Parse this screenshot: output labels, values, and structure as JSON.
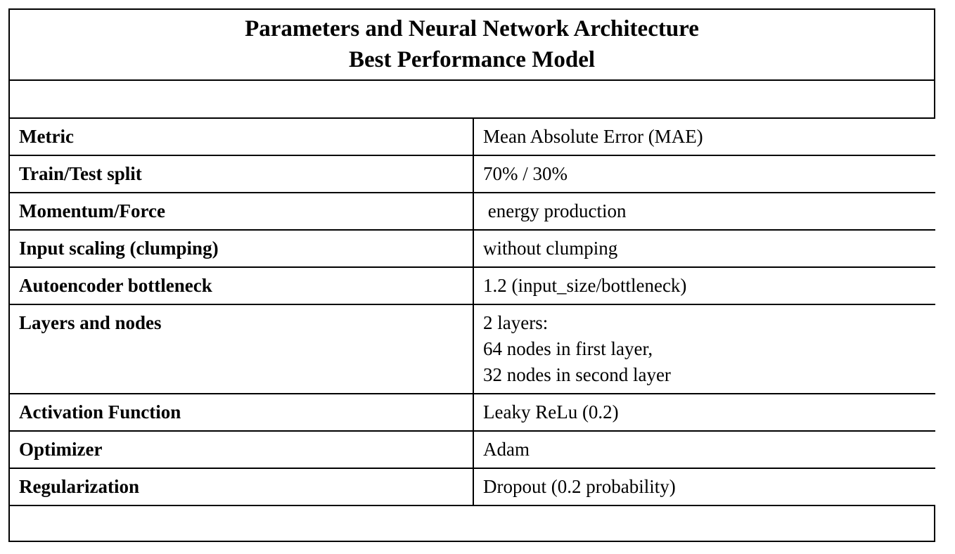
{
  "title": {
    "line1": "Parameters and Neural Network Architecture",
    "line2": "Best Performance Model"
  },
  "table": {
    "rows": [
      {
        "label": "Metric",
        "value": "Mean Absolute Error (MAE)"
      },
      {
        "label": "Train/Test split",
        "value": "70% / 30%"
      },
      {
        "label": "Momentum/Force",
        "value": " energy production"
      },
      {
        "label": "Input scaling (clumping)",
        "value": "without clumping"
      },
      {
        "label": "Autoencoder bottleneck",
        "value": "1.2 (input_size/bottleneck)"
      },
      {
        "label": "Layers and nodes",
        "value": "2 layers:\n64 nodes in first layer,\n32 nodes in second layer"
      },
      {
        "label": "Activation Function",
        "value": "Leaky ReLu (0.2)"
      },
      {
        "label": "Optimizer",
        "value": "Adam"
      },
      {
        "label": "Regularization",
        "value": "Dropout (0.2 probability)"
      }
    ]
  },
  "colors": {
    "border": "#000000",
    "text": "#000000",
    "background": "#ffffff"
  }
}
